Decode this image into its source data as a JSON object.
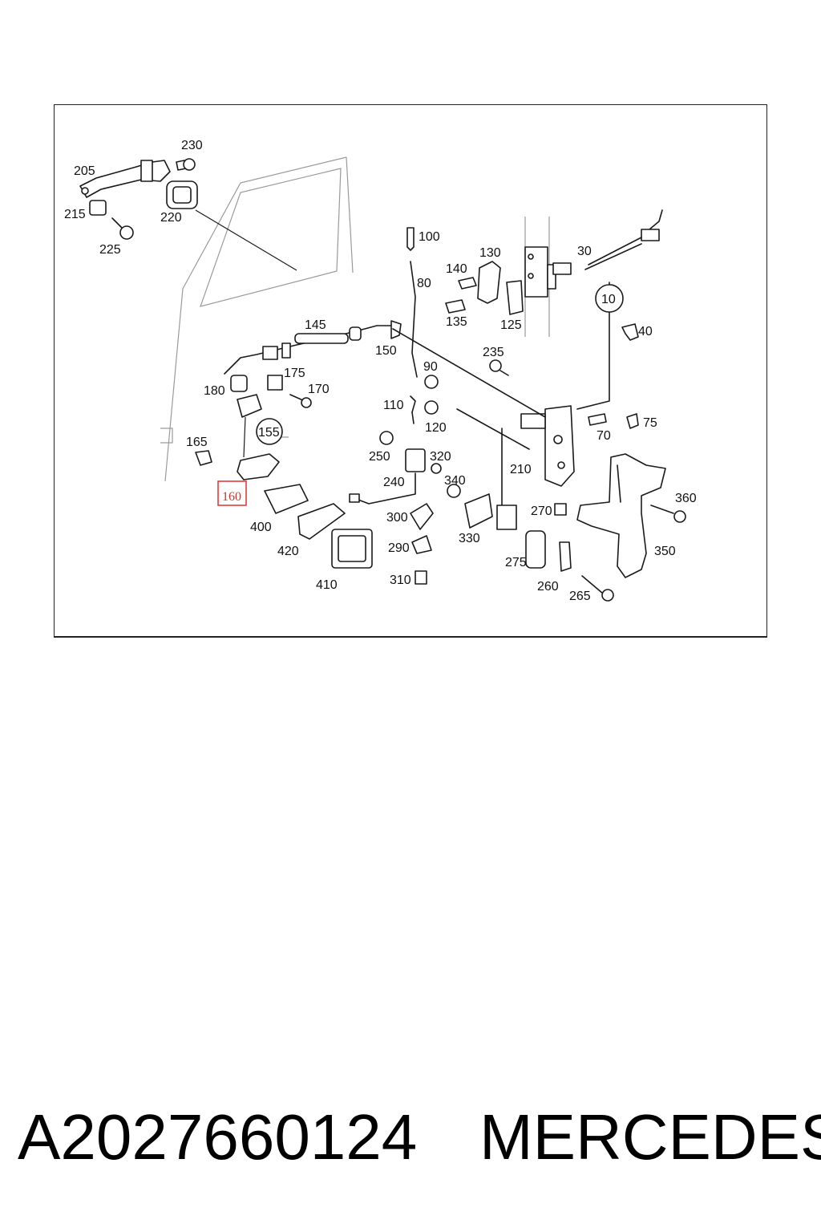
{
  "diagram": {
    "labels": {
      "l10": "10",
      "l30": "30",
      "l40": "40",
      "l70": "70",
      "l75": "75",
      "l80": "80",
      "l90": "90",
      "l100": "100",
      "l110": "110",
      "l120": "120",
      "l125": "125",
      "l130": "130",
      "l135": "135",
      "l140": "140",
      "l145": "145",
      "l150": "150",
      "l155": "155",
      "l160": "160",
      "l165": "165",
      "l170": "170",
      "l175": "175",
      "l180": "180",
      "l205": "205",
      "l210": "210",
      "l215": "215",
      "l220": "220",
      "l225": "225",
      "l230": "230",
      "l235": "235",
      "l240": "240",
      "l250": "250",
      "l260": "260",
      "l265": "265",
      "l270": "270",
      "l275": "275",
      "l290": "290",
      "l300": "300",
      "l310": "310",
      "l320": "320",
      "l330": "330",
      "l340": "340",
      "l350": "350",
      "l360": "360",
      "l400": "400",
      "l410": "410",
      "l420": "420"
    },
    "highlight_color": "#e03030"
  },
  "caption": {
    "part_number": "A2027660124",
    "brand": "MERCEDES"
  }
}
